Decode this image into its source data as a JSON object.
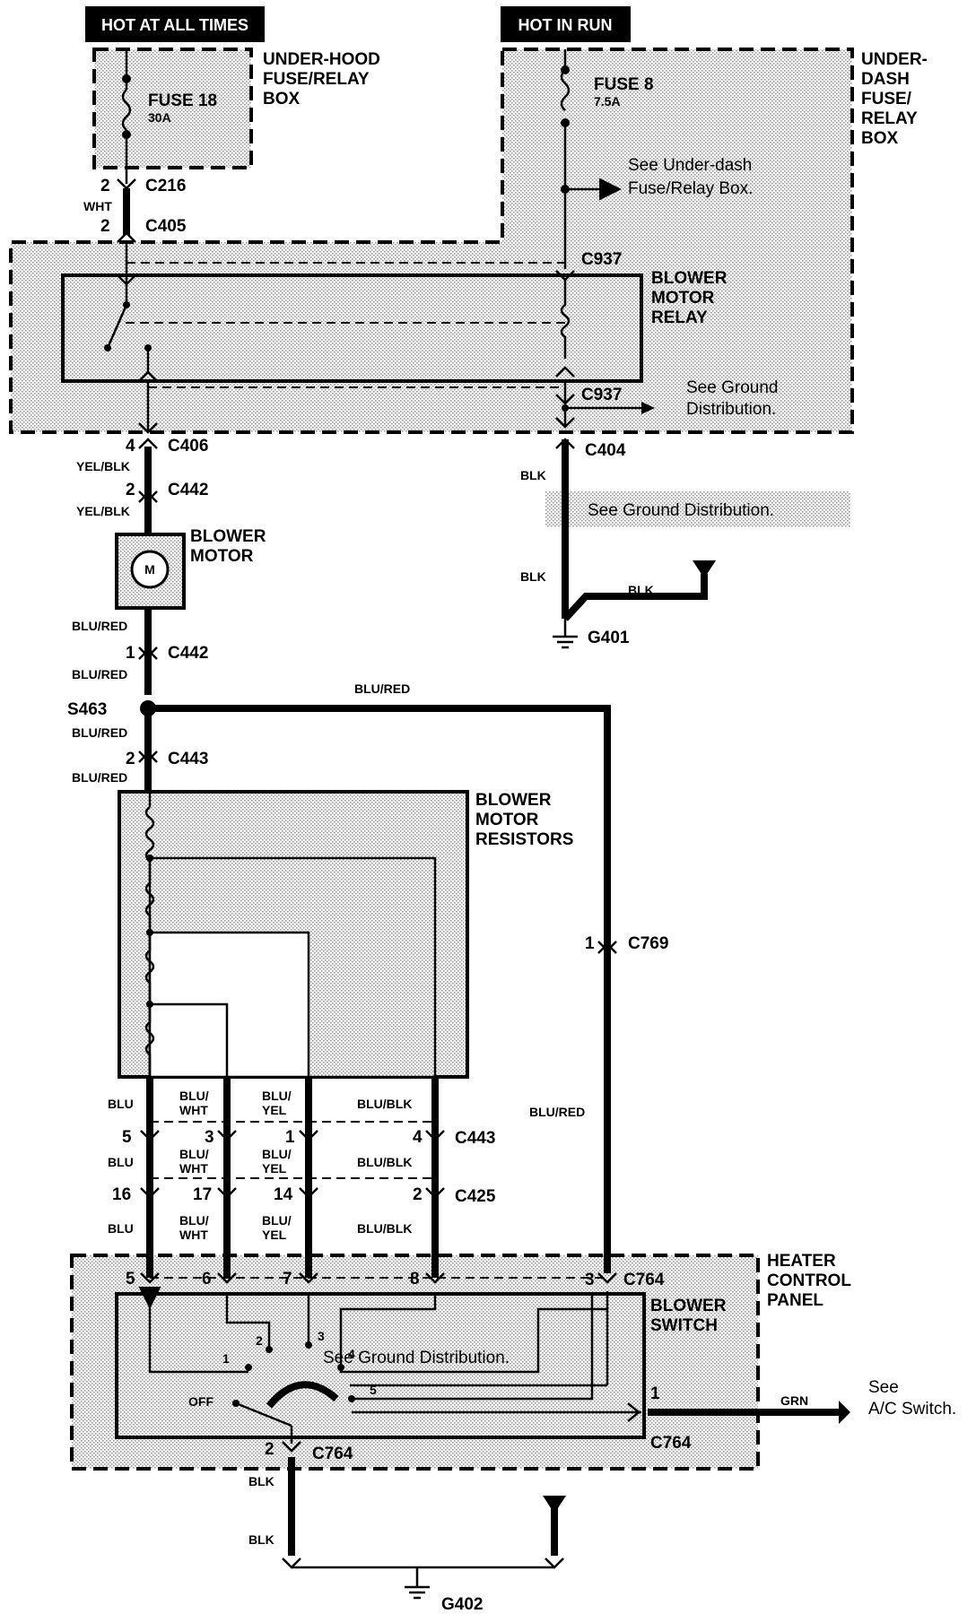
{
  "headers": {
    "hot_at_all_times": "HOT AT ALL TIMES",
    "hot_in_run": "HOT IN RUN"
  },
  "boxes": {
    "underhood": [
      "UNDER-HOOD",
      "FUSE/RELAY",
      "BOX"
    ],
    "underdash": [
      "UNDER-",
      "DASH",
      "FUSE/",
      "RELAY",
      "BOX"
    ],
    "relay": [
      "BLOWER",
      "MOTOR",
      "RELAY"
    ],
    "motor": [
      "BLOWER",
      "MOTOR"
    ],
    "resistors": [
      "BLOWER",
      "MOTOR",
      "RESISTORS"
    ],
    "heater": [
      "HEATER",
      "CONTROL",
      "PANEL"
    ],
    "switch": [
      "BLOWER",
      "SWITCH"
    ]
  },
  "fuses": {
    "f18": {
      "name": "FUSE 18",
      "rating": "30A"
    },
    "f8": {
      "name": "FUSE 8",
      "rating": "7.5A"
    }
  },
  "refs": {
    "underdash": [
      "See Under-dash",
      "Fuse/Relay Box."
    ],
    "ground_relay": [
      "See Ground",
      "Distribution."
    ],
    "ground_mid": "See Ground Distribution.",
    "ground_bottom": "See Ground Distribution.",
    "ac": [
      "See",
      "A/C Switch."
    ]
  },
  "connectors": {
    "c216": "C216",
    "c405": "C405",
    "c937a": "C937",
    "c937b": "C937",
    "c406": "C406",
    "c404": "C404",
    "c442a": "C442",
    "c442b": "C442",
    "s463": "S463",
    "c443a": "C443",
    "c769": "C769",
    "c443b": "C443",
    "c425": "C425",
    "c764a": "C764",
    "c764b": "C764",
    "c764c": "C764",
    "g401": "G401",
    "g402": "G402",
    "motor_m": "M"
  },
  "pins": {
    "c216": "2",
    "c405": "2",
    "c406": "4",
    "c442a": "2",
    "c442b": "1",
    "c443a": "2",
    "c769": "1",
    "c764_right": "3",
    "c764_ac": "1",
    "c764_gnd": "2",
    "c443b": [
      "5",
      "3",
      "1",
      "4"
    ],
    "c425": [
      "16",
      "17",
      "14",
      "2"
    ],
    "c764": [
      "5",
      "6",
      "7",
      "8"
    ],
    "switch_pos": [
      "1",
      "2",
      "3",
      "4",
      "5"
    ],
    "switch_off": "OFF"
  },
  "wires": {
    "wht": "WHT",
    "yelblk1": "YEL/BLK",
    "yelblk2": "YEL/BLK",
    "blured1": "BLU/RED",
    "blured2": "BLU/RED",
    "blured3": "BLU/RED",
    "blured4": "BLU/RED",
    "blured_top": "BLU/RED",
    "blured_right": "BLU/RED",
    "blk1": "BLK",
    "blk2": "BLK",
    "blk3": "BLK",
    "blk4": "BLK",
    "blk5": "BLK",
    "grn": "GRN",
    "row_blu": "BLU",
    "row_blu_wht": [
      "BLU/",
      "WHT"
    ],
    "row_blu_yel": [
      "BLU/",
      "YEL"
    ],
    "row_blu_blk": "BLU/BLK"
  }
}
